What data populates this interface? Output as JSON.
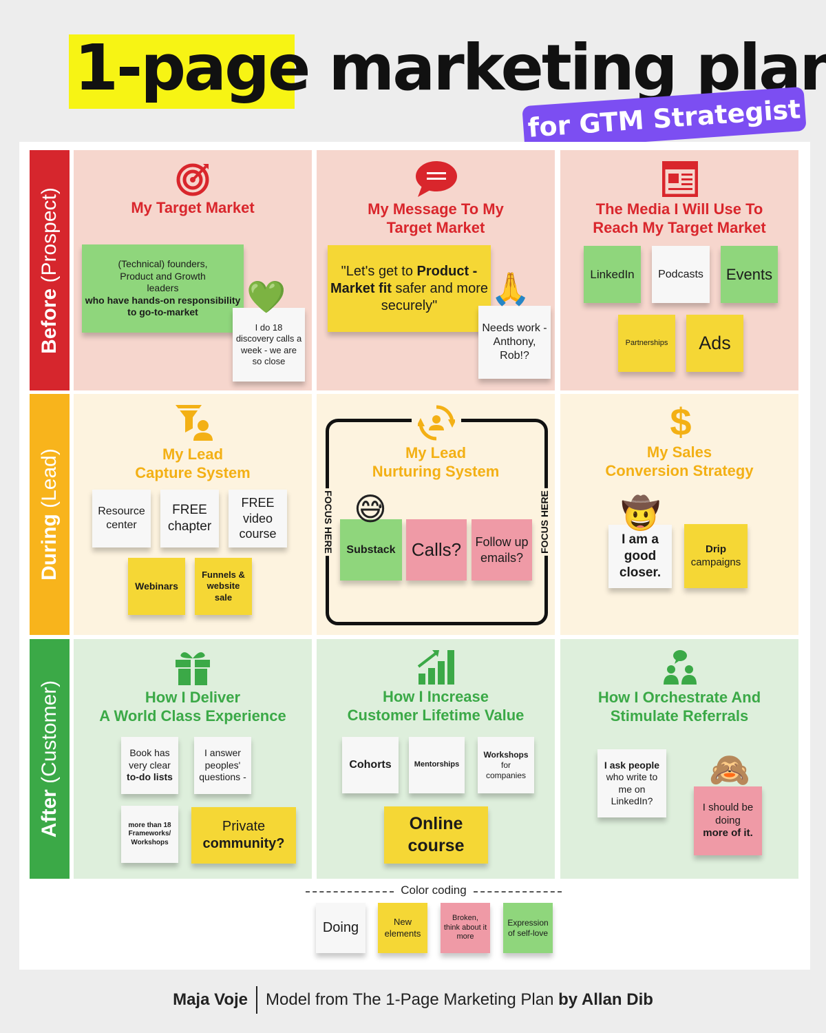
{
  "header": {
    "title_highlight": "1-page",
    "title_rest": " marketing plan",
    "badge": "for GTM Strategist"
  },
  "rows": {
    "before": {
      "strong": "Before",
      "light": " (Prospect)"
    },
    "during": {
      "strong": "During",
      "light": " (Lead)"
    },
    "after": {
      "strong": "After",
      "light": " (Customer)"
    }
  },
  "cells": {
    "target_market": {
      "title": "My Target Market",
      "note_main_plain": "(Technical) founders, Product and Growth leaders",
      "note_main_bold": "who have hands-on responsibility to go-to-market",
      "note_side": "I do 18 discovery calls a week - we are so close"
    },
    "message": {
      "title_line1": "My Message To My",
      "title_line2": "Target Market",
      "quote_open": "\"Let's get to ",
      "quote_bold": "Product -Market fit",
      "quote_close": " safer and more securely\"",
      "note_side": "Needs work - Anthony, Rob!?"
    },
    "media": {
      "title_line1": "The Media I Will Use To",
      "title_line2": "Reach My Target Market",
      "linkedin": "LinkedIn",
      "podcasts": "Podcasts",
      "events": "Events",
      "partnerships": "Partnerships",
      "ads": "Ads"
    },
    "lead_capture": {
      "title_line1": "My Lead",
      "title_line2": "Capture System",
      "resource": "Resource center",
      "chapter": "FREE chapter",
      "video": "FREE video course",
      "webinars": "Webinars",
      "funnels": "Funnels & website sale"
    },
    "lead_nurturing": {
      "title_line1": "My Lead",
      "title_line2": "Nurturing System",
      "focus": "FOCUS HERE",
      "substack": "Substack",
      "calls": "Calls?",
      "followup": "Follow up emails?"
    },
    "sales_conversion": {
      "title_line1": "My Sales",
      "title_line2": "Conversion Strategy",
      "closer": "I am a good closer.",
      "drip_bold": "Drip",
      "drip_rest": "campaigns"
    },
    "experience": {
      "title_line1": "How I Deliver",
      "title_line2": "A World Class Experience",
      "book_plain": "Book has very clear",
      "book_bold": "to-do lists",
      "answer": "I answer peoples' questions -",
      "frameworks": "more than 18 Frameworks/ Workshops",
      "community_plain": "Private",
      "community_bold": "community?"
    },
    "lifetime": {
      "title_line1": "How I Increase",
      "title_line2": "Customer Lifetime Value",
      "cohorts": "Cohorts",
      "mentorships": "Mentorships",
      "workshops_bold": "Workshops",
      "workshops_rest": "for companies",
      "online": "Online course"
    },
    "referrals": {
      "title_line1": "How I Orchestrate And",
      "title_line2": "Stimulate Referrals",
      "ask_bold": "I ask people",
      "ask_rest": "who write to me on LinkedIn?",
      "should_plain": "I should be doing",
      "should_bold": "more of it."
    }
  },
  "legend": {
    "title": "Color coding",
    "doing": "Doing",
    "new": "New elements",
    "broken": "Broken, think about it more",
    "expression": "Expression of self-love"
  },
  "footer": {
    "author": "Maja Voje",
    "credit_plain": "Model from The 1-Page Marketing Plan ",
    "credit_bold": "by Allan Dib"
  },
  "emojis": {
    "heart": "💚",
    "pray": "🙏",
    "sweat": "😅",
    "cowboy": "🤠",
    "monkey": "🙈"
  },
  "colors": {
    "title_highlight": "#f7f414",
    "badge": "#7c4ef2",
    "before": "#d6262d",
    "during": "#f8b41c",
    "after": "#3ba947",
    "note_white": "#f7f7f7",
    "note_yellow": "#f5d735",
    "note_pink": "#ef9aa6",
    "note_green": "#8fd67c"
  }
}
